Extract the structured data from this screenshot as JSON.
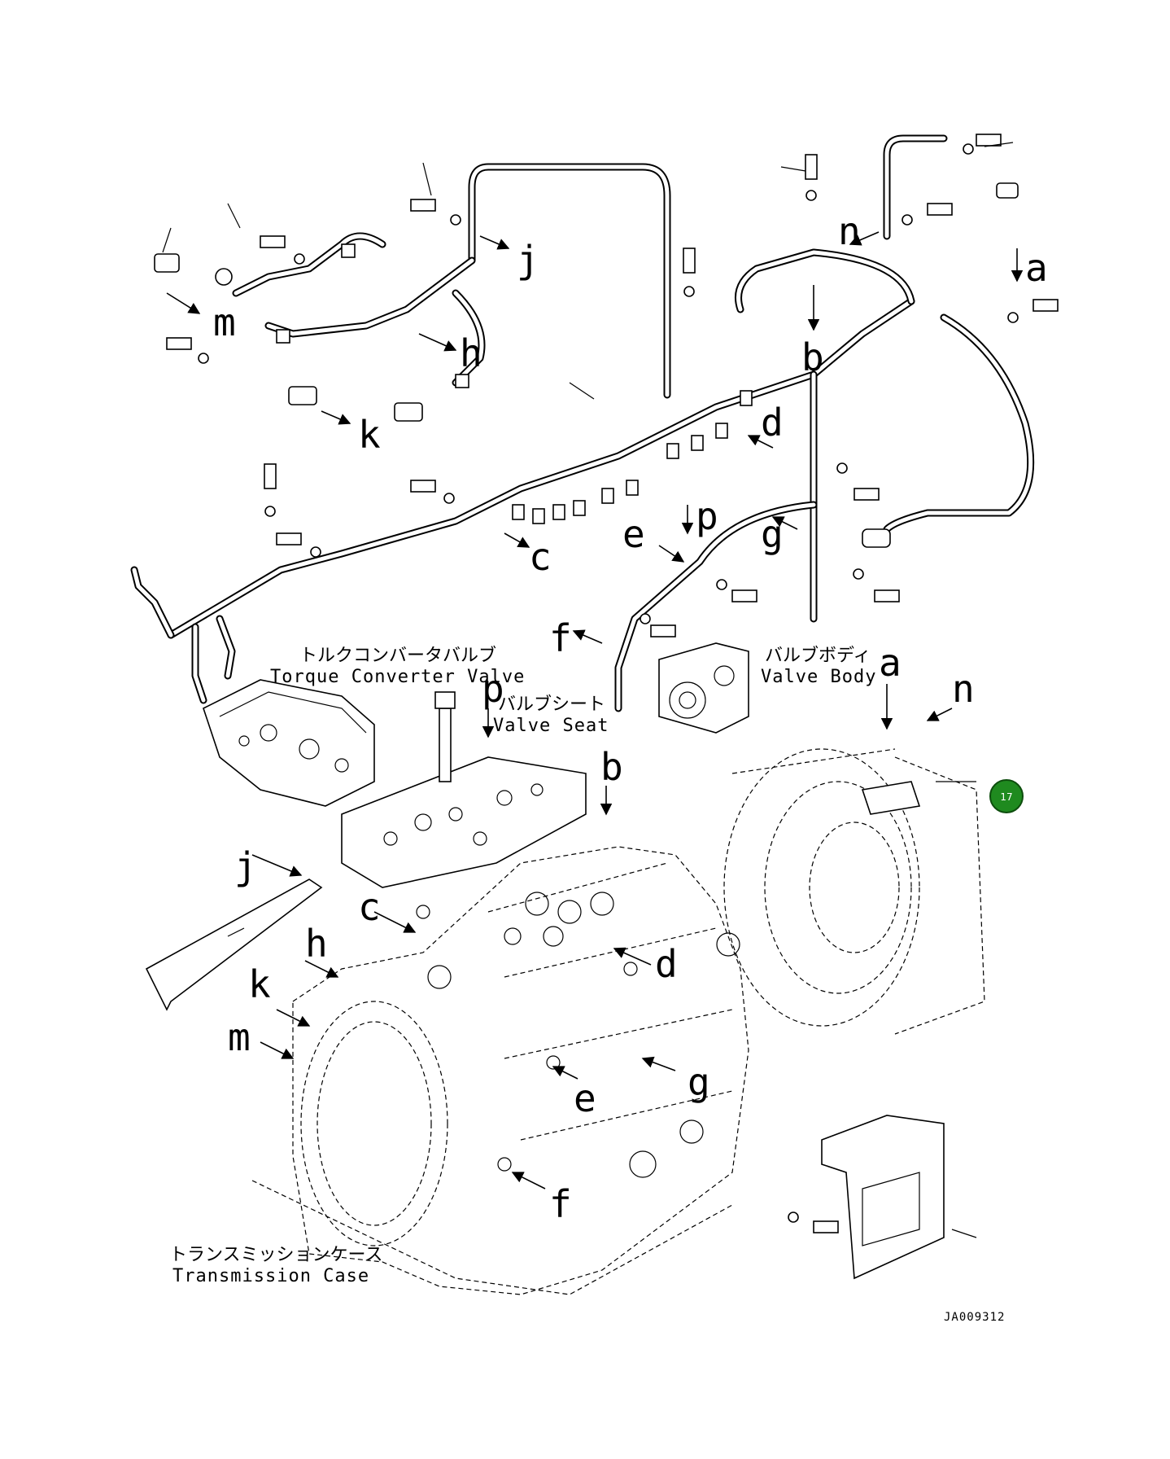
{
  "diagram": {
    "callouts": {
      "a": "a",
      "b": "b",
      "c": "c",
      "d": "d",
      "e": "e",
      "f": "f",
      "g": "g",
      "h": "h",
      "j": "j",
      "k": "k",
      "m": "m",
      "n": "n",
      "p": "p"
    },
    "labels": {
      "torque_converter_valve_jp": "トルクコンバータバルブ",
      "torque_converter_valve_en": "Torque Converter Valve",
      "valve_seat_jp": "バルブシート",
      "valve_seat_en": "Valve Seat",
      "valve_body_jp": "バルブボディ",
      "valve_body_en": "Valve Body",
      "transmission_case_jp": "トランスミッションケース",
      "transmission_case_en": "Transmission Case"
    },
    "drawing_code": "JA009312",
    "badge": {
      "number": "17",
      "color": "#1f8a1f"
    }
  }
}
